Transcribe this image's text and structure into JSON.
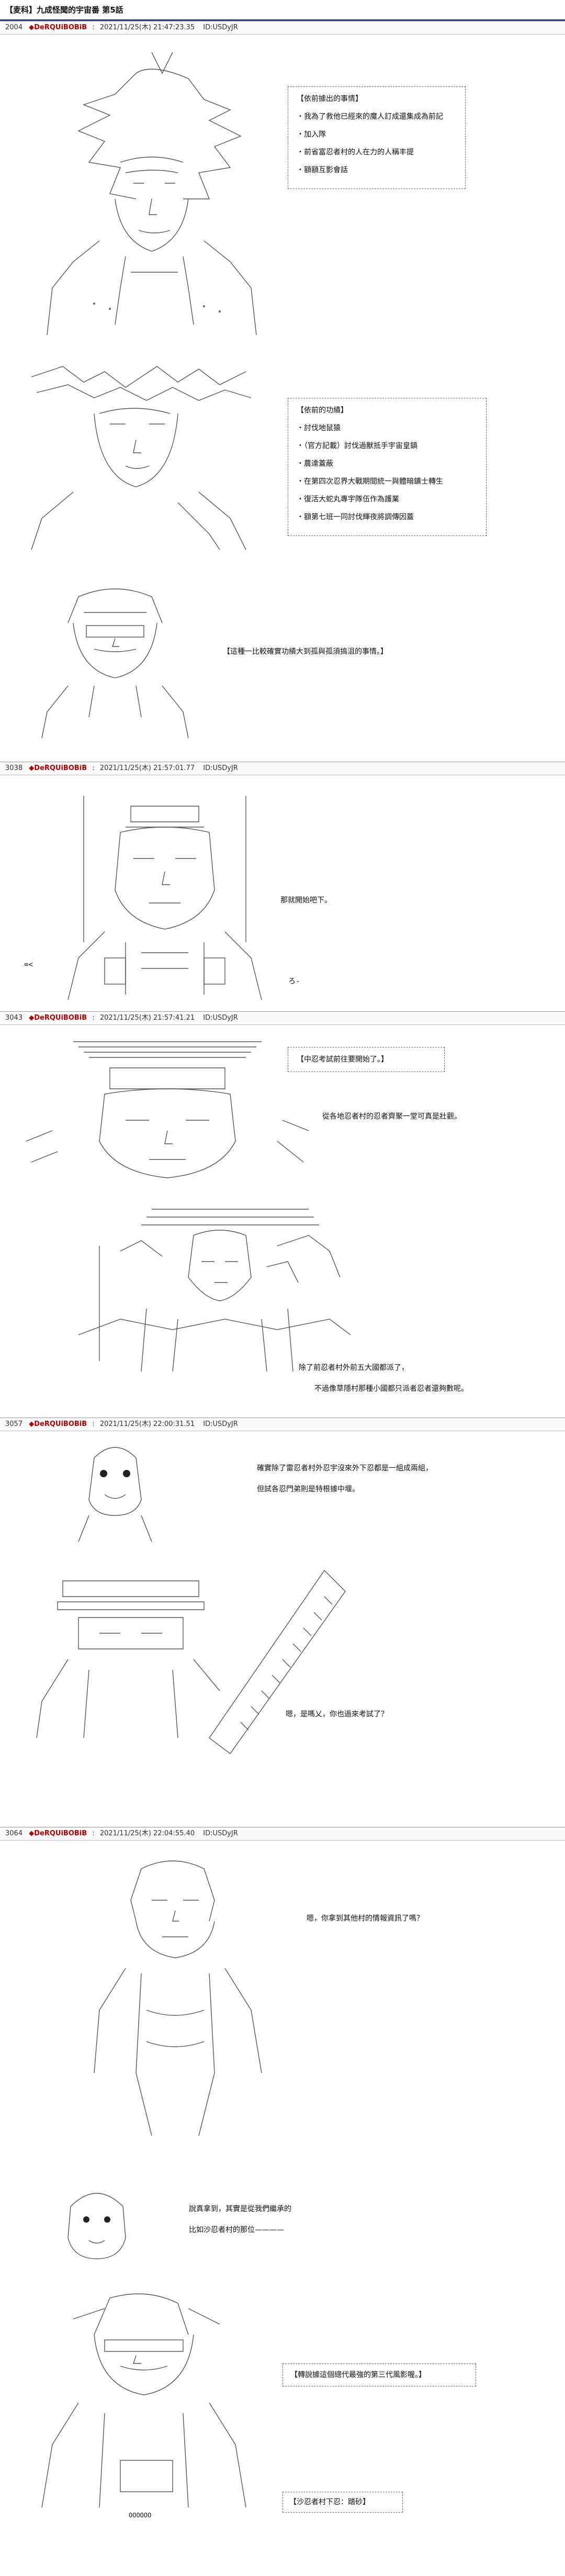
{
  "page": {
    "title": "【麦科】九成怪聞的宇宙番 第5話"
  },
  "posts": [
    {
      "num": "2004",
      "name": "◆DeRQUiBOBiB",
      "date": "2021/11/25(木) 21:47:23.35",
      "id": "ID:USDyJR",
      "boxes": [
        {
          "head": "【依前據出的事情】",
          "items": [
            "我為了救他已經來的魔人訂成還集成為前記",
            "加入隊",
            "前省富忍者村的人在力的人稱丰提",
            "額額互影會話"
          ]
        },
        {
          "head": "【依前的功績】",
          "items": [
            "討伐地鼠猿",
            "（官方記載）討伐過獸抵手宇宙皇鎮",
            "農達蓋蔽",
            "在第四次忍界大戰期間統一與體暗鑛士轉生",
            "復活大蛇丸專宇隊伍作為護業",
            "額第七班一同討伐輝夜將調傳因蓋"
          ]
        }
      ],
      "line": "【這種一比較確實功績大到孤與孤須搞沮的事情。】"
    },
    {
      "num": "3038",
      "name": "◆DeRQUiBOBiB",
      "date": "2021/11/25(木) 21:57:01.77",
      "id": "ID:USDyJR",
      "line": "那就開始吧下。",
      "effect_1": "=<",
      "effect_2": "ろ-"
    },
    {
      "num": "3043",
      "name": "◆DeRQUiBOBiB",
      "date": "2021/11/25(木) 21:57:41.21",
      "id": "ID:USDyJR",
      "box": "【中忍考試前往要開始了。】",
      "line_1": "從各地忍者村的忍者齊聚一堂可真是壯觀。",
      "line_2a": "除了前忍者村外前五大國都派了，",
      "line_2b": "不過像草隱村那種小國都只派者忍者還夠數呢。"
    },
    {
      "num": "3057",
      "name": "◆DeRQUiBOBiB",
      "date": "2021/11/25(木) 22:00:31.51",
      "id": "ID:USDyJR",
      "line_1a": "確實除了雷忍者村外忍宇沒來外下忍都是一組成兩組，",
      "line_1b": "但試各忍門弟則是特根據中堰。",
      "line_2": "嗯，是嗎乂，你也過來考試了？"
    },
    {
      "num": "3064",
      "name": "◆DeRQUiBOBiB",
      "date": "2021/11/25(木) 22:04:55.40",
      "id": "ID:USDyJR",
      "line_1": "嗯，你拿到其他村的情報資訊了嗎？",
      "line_2a": "說真拿到，其實是從我們繼承的",
      "line_2b": "比如沙忍者村的那位————",
      "box_1": "【轉說據這個總代最強的第三代風影喔。】",
      "box_2": "【沙忍者村下忍：踏砂】",
      "art_label": "OOOOOO"
    }
  ]
}
